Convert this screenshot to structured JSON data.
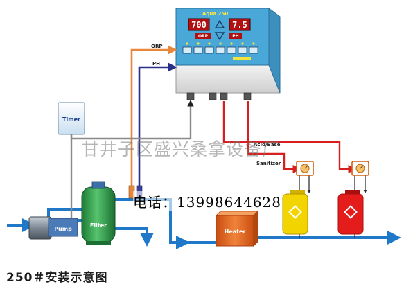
{
  "colors": {
    "water": "#1f78c8",
    "orp_line": "#e8863a",
    "ph_line": "#2a2f8a",
    "timer_line": "#8a8a8a",
    "dosing_line": "#d62020",
    "controller": "#4aa8d8",
    "display": "#b01010",
    "filter": "#2e9a4a",
    "heater": "#e86a20",
    "tank_yellow": "#f2d400",
    "tank_red": "#e41c1c"
  },
  "controller": {
    "title": "Aqua 250",
    "display_left": "700",
    "display_right": "7.5",
    "orp_indicator": "ORP",
    "ph_indicator": "PH"
  },
  "labels": {
    "orp": "ORP",
    "ph": "PH",
    "timer": "Timer",
    "pump": "Pump",
    "filter": "Filter",
    "heater": "Heater",
    "acid_base": "Acid/Base",
    "sanitizer": "Sanitizer"
  },
  "overlay": {
    "watermark": "甘井子区盛兴桑拿设备厂",
    "phone": "电话：13998644628"
  },
  "caption": "250＃安装示意图"
}
